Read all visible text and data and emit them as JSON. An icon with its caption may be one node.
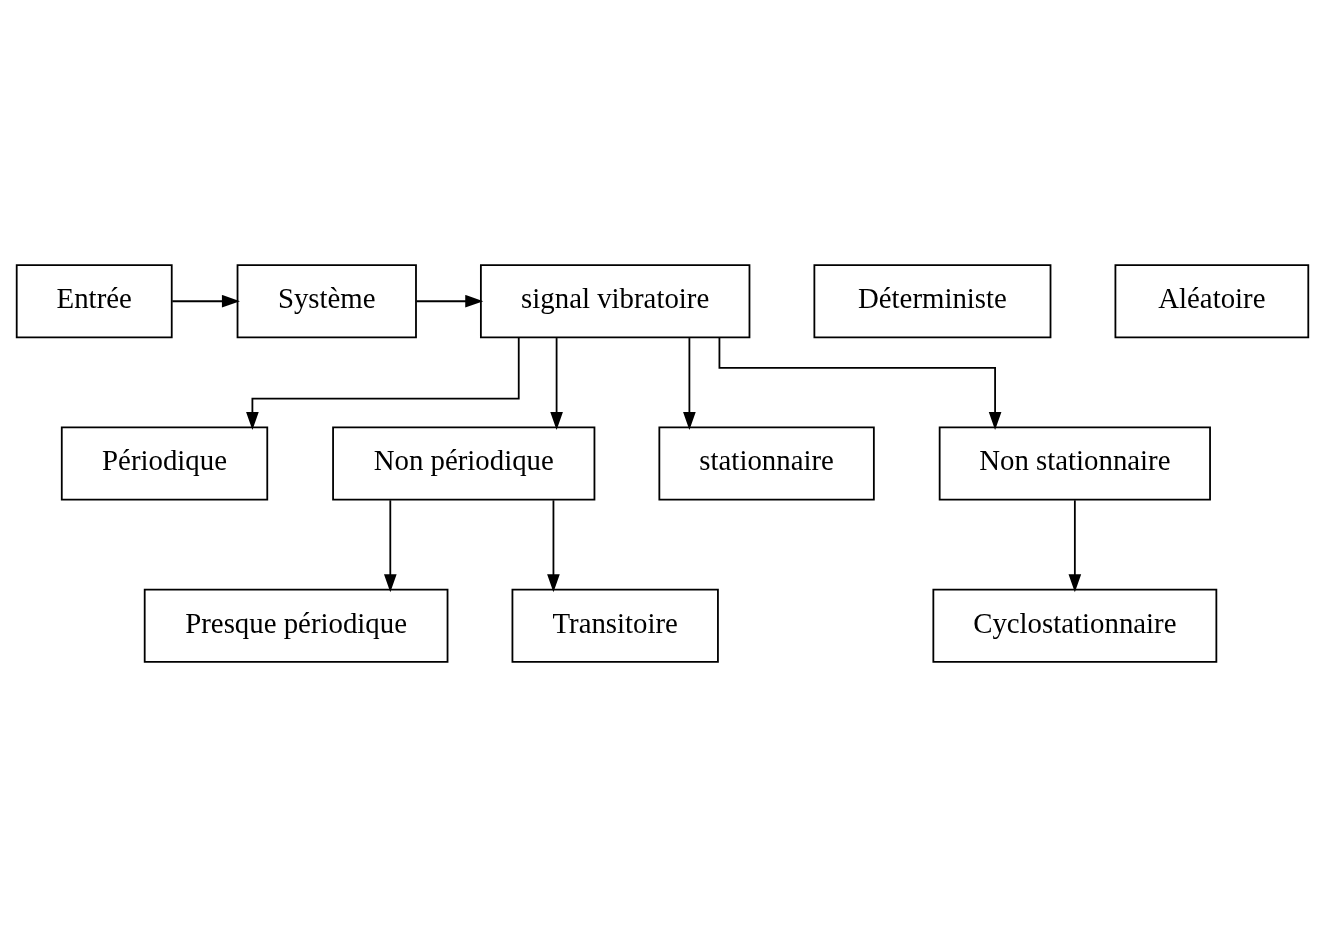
{
  "diagram": {
    "nodes": [
      {
        "text": [
          "Entrée"
        ]
      },
      {
        "text": [
          "Système"
        ]
      },
      {
        "text": [
          "signal vibratoire"
        ]
      },
      {
        "text": [
          "Déterministe"
        ]
      },
      {
        "text": [
          "Aléatoire"
        ]
      },
      {
        "text": [
          "Périodique"
        ]
      },
      {
        "text": [
          "Non périodique"
        ]
      },
      {
        "text": [
          "stationnaire"
        ]
      },
      {
        "text": [
          "Non stationnaire"
        ]
      },
      {
        "text": [
          "Presque périodique"
        ]
      },
      {
        "text": [
          "Transitoire"
        ]
      },
      {
        "text": [
          "Cyclostationnaire"
        ]
      }
    ],
    "edges": [
      {
        "from": 0,
        "to": 1,
        "arrow": "to"
      },
      {
        "from": 1,
        "to": 2,
        "arrow": "to"
      },
      {
        "from": 2,
        "to": 5,
        "arrow": "to"
      },
      {
        "from": 2,
        "to": 6,
        "arrow": "to"
      },
      {
        "from": 2,
        "to": 7,
        "arrow": "to"
      },
      {
        "from": 2,
        "to": 8,
        "arrow": "to"
      },
      {
        "from": 6,
        "to": 9,
        "arrow": "to"
      },
      {
        "from": 6,
        "to": 10,
        "arrow": "to"
      },
      {
        "from": 8,
        "to": 11,
        "arrow": "to"
      }
    ]
  }
}
